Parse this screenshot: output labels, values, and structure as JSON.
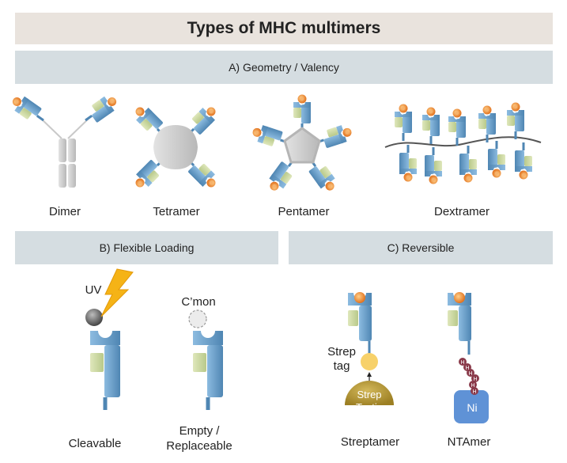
{
  "title": "Types of MHC multimers",
  "sections": {
    "a": "A) Geometry / Valency",
    "b": "B) Flexible Loading",
    "c": "C) Reversible"
  },
  "geometry_labels": {
    "dimer": "Dimer",
    "tetramer": "Tetramer",
    "pentamer": "Pentamer",
    "dextramer": "Dextramer"
  },
  "loading": {
    "uv": "UV",
    "cmon": "C’mon",
    "cleavable": "Cleavable",
    "empty_line1": "Empty /",
    "empty_line2": "Replaceable"
  },
  "reversible": {
    "strep_tag_line1": "Strep",
    "strep_tag_line2": "tag",
    "strep_tactin_line1": "Strep",
    "strep_tactin_line2": "Tactin",
    "his_letter": "H",
    "ni": "Ni",
    "streptamer": "Streptamer",
    "ntamer": "NTAmer"
  },
  "colors": {
    "mhc_blue": "#6fa6cf",
    "mhc_dark_blue": "#4f86b3",
    "beta2m_green": "#cdd9a3",
    "peptide_orange": "#ee8a3a",
    "linker_gray": "#c9c9c9",
    "strep_tag_yellow": "#f7d16a",
    "strep_tactin_gold": "#b79a38",
    "his_maroon": "#8a3a4a",
    "ni_blue": "#5f92d6"
  }
}
